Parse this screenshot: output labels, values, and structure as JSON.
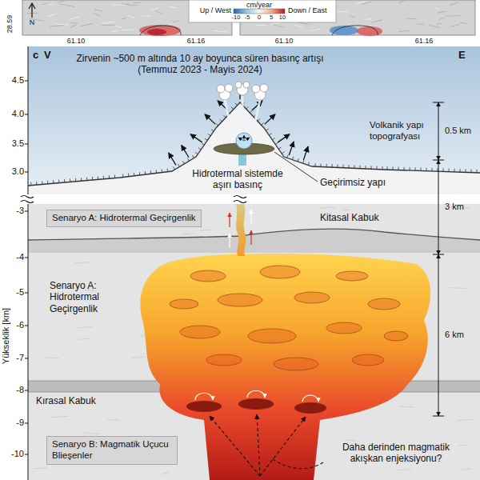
{
  "diagram": {
    "nodes": [
      {
        "text": [
          "Senaryo A: Hidrotermal Geçirgenlik"
        ]
      },
      {
        "text": [
          "Senaryo B: Magmatik Uçucu Blieşenler"
        ]
      }
    ],
    "labels": [
      "28.59",
      "N",
      "cm/year",
      "Up / West",
      "-10",
      "-5",
      "0",
      "5",
      "10",
      "Down / East",
      "61.10",
      "61.16",
      "61.10",
      "61.16",
      "c",
      "V",
      "E",
      "Zirvenin ~500 m altında 10 ay boyunca süren basınç artışı (Temmuz 2023 - Mayis 2024)",
      "Volkanik yapı topografyası",
      "0.5 km",
      "Hidrotermal sistemde aşırı basınç",
      "Geçirimsiz yapı",
      "3 km",
      "Kitasal Kabuk",
      "Senaryo A: Hidrotermal Geçirgenlik",
      "6 km",
      "Kırasal Kabuk",
      "Daha derinden magmatik akışkan enjeksiyonu?",
      "Yükseklik [km]",
      "4.5",
      "4.0",
      "3.5",
      "3.0",
      "-3",
      "-4",
      "-5",
      "-6",
      "-7",
      "-8",
      "-9",
      "-10"
    ]
  }
}
